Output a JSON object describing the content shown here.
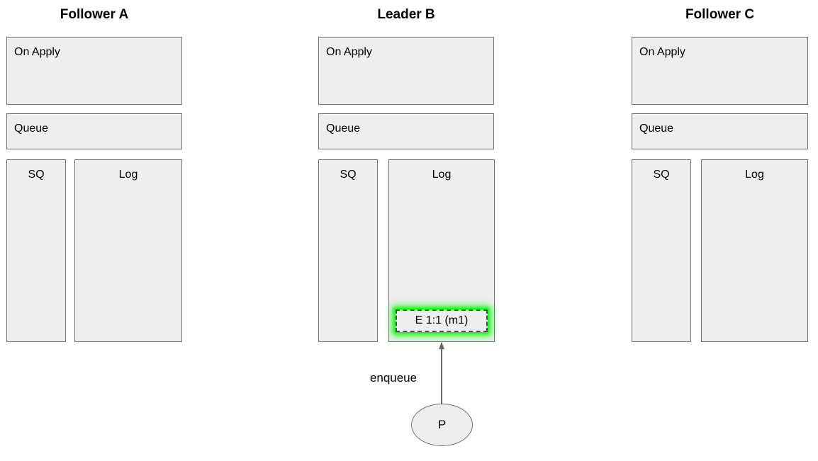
{
  "diagram": {
    "title_font_size": 19,
    "colors": {
      "box_fill": "#eeeeee",
      "box_border": "#707070",
      "entry_border": "#4d4d4d",
      "highlight_glow": "#00ff00",
      "arrow": "#666666",
      "text": "#000000",
      "background": "#ffffff"
    },
    "columns": [
      {
        "id": "follower-a",
        "title": "Follower A",
        "on_apply_label": "On Apply",
        "queue_label": "Queue",
        "sq_label": "SQ",
        "log_label": "Log",
        "log_entries": []
      },
      {
        "id": "leader-b",
        "title": "Leader B",
        "on_apply_label": "On Apply",
        "queue_label": "Queue",
        "sq_label": "SQ",
        "log_label": "Log",
        "log_entries": [
          {
            "text": "E 1:1 (m1)",
            "highlighted": true
          }
        ]
      },
      {
        "id": "follower-c",
        "title": "Follower C",
        "on_apply_label": "On Apply",
        "queue_label": "Queue",
        "sq_label": "SQ",
        "log_label": "Log",
        "log_entries": []
      }
    ],
    "producer": {
      "label": "P"
    },
    "edges": [
      {
        "label": "enqueue",
        "from": "producer",
        "to": "leader-b-log-entry"
      }
    ]
  }
}
